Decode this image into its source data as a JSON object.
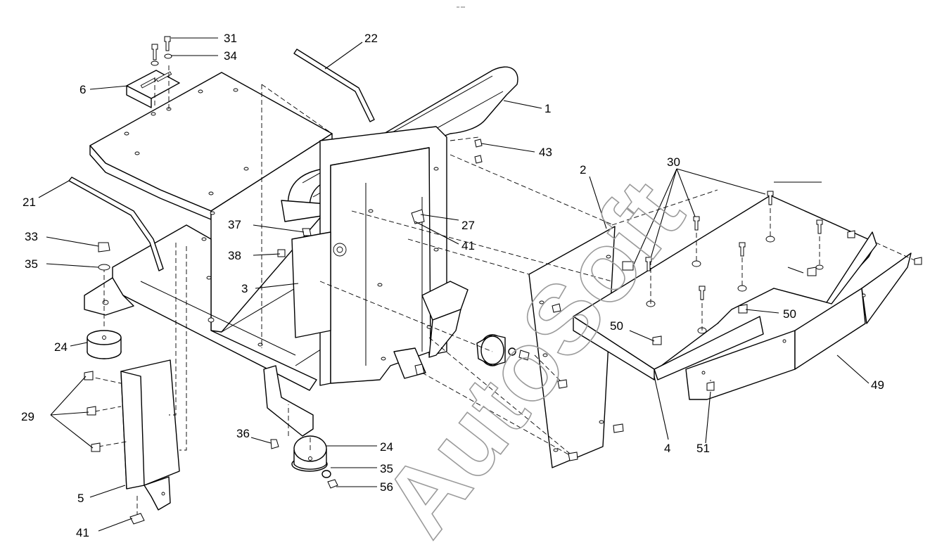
{
  "diagram": {
    "top_mark": "▫▫ ▫▫▫",
    "watermark": "AutoSoft",
    "callouts": [
      "1",
      "2",
      "3",
      "4",
      "5",
      "6",
      "21",
      "22",
      "24",
      "24",
      "27",
      "29",
      "30",
      "31",
      "33",
      "34",
      "35",
      "35",
      "36",
      "37",
      "38",
      "41",
      "41",
      "43",
      "49",
      "50",
      "50",
      "51",
      "56"
    ]
  }
}
